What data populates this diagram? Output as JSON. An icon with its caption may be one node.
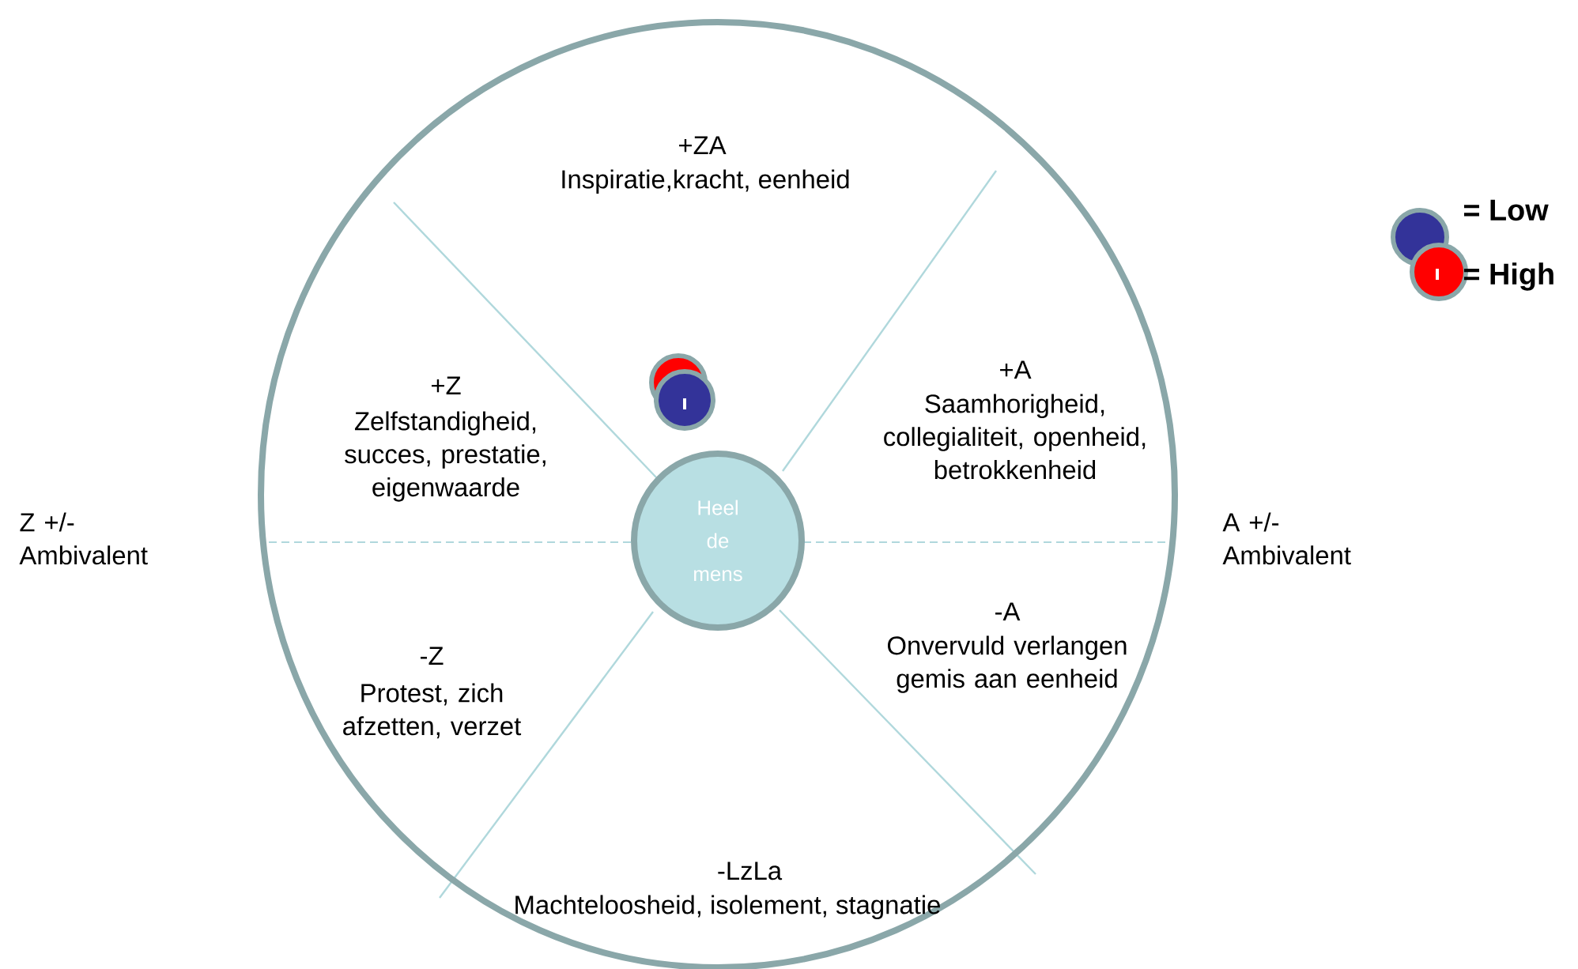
{
  "diagram": {
    "nodes": [
      {
        "text": [],
        "shape": "circle"
      },
      {
        "text": [
          "Heel de mens"
        ],
        "in": 0
      }
    ],
    "edges": [],
    "labels": [
      "+ZA",
      "Inspiratie,kracht, eenheid",
      "+Z",
      "Zelfstandigheid, succes, prestatie, eigenwaarde",
      "+A",
      "Saamhorigheid, collegialiteit, openheid, betrokkenheid",
      "Z +/- Ambivalent",
      "A +/- Ambivalent",
      "-A",
      "Onvervuld verlangen gemis aan eenheid",
      "-Z",
      "Protest, zich afzetten, verzet",
      "-LzLa",
      "Machteloosheid, isolement, stagnatie"
    ],
    "legend": [
      {
        "text": "= Low",
        "color": "#333399"
      },
      {
        "text": "= High",
        "color": "#ff0000"
      }
    ]
  }
}
